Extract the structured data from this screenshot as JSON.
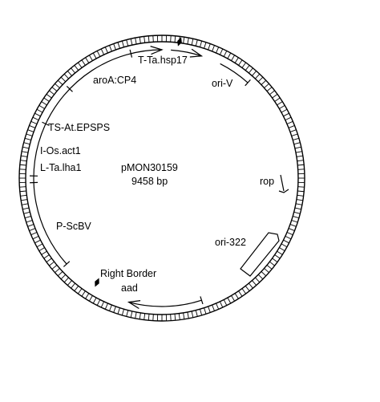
{
  "plasmid": {
    "name": "pMON30159",
    "size": "9458 bp"
  },
  "labels": {
    "t_ta_hsp17": "T-Ta.hsp17",
    "ori_v": "ori-V",
    "aroa_cp4": "aroA:CP4",
    "ts_at_epsps": "TS-At.EPSPS",
    "i_os_act1": "I-Os.act1",
    "l_ta_lha1": "L-Ta.lha1",
    "p_scbv": "P-ScBV",
    "rop": "rop",
    "ori_322": "ori-322",
    "right_border": "Right Border",
    "aad": "aad"
  }
}
